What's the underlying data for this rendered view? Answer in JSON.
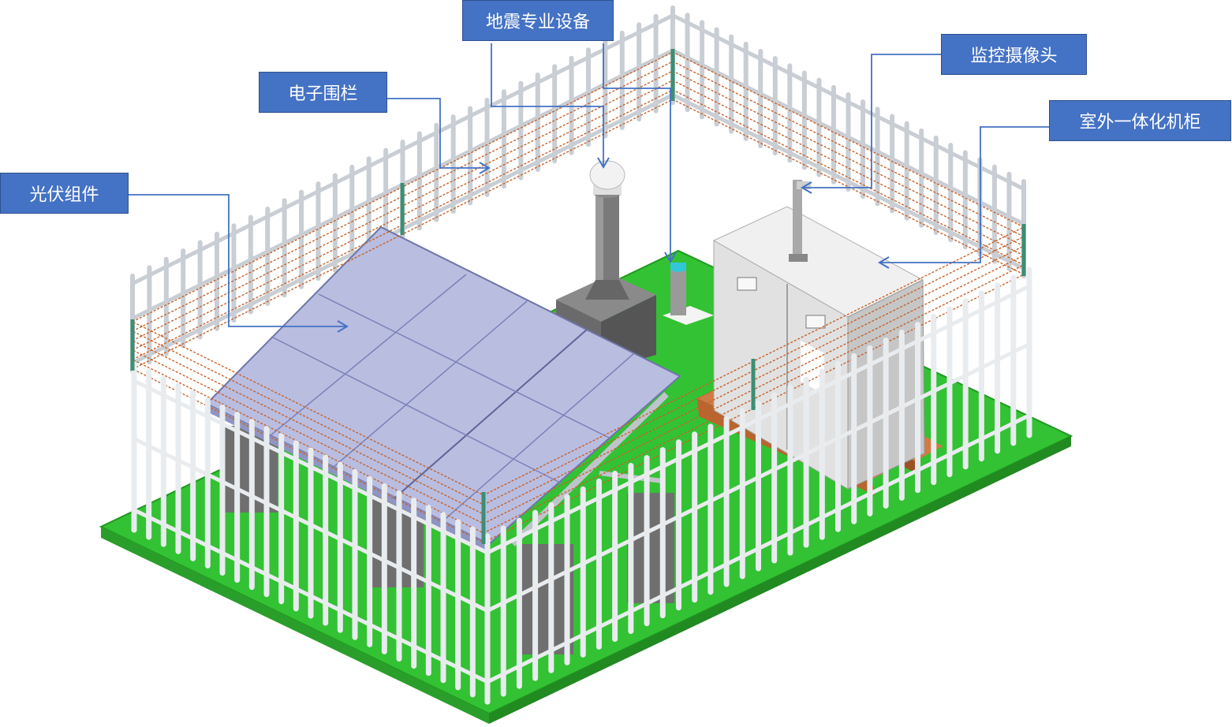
{
  "labels": {
    "seismic_equipment": "地震专业设备",
    "camera": "监控摄像头",
    "electronic_fence": "电子围栏",
    "outdoor_cabinet": "室外一体化机柜",
    "pv_modules": "光伏组件"
  },
  "colors": {
    "label_bg": "#4472c4",
    "label_border": "#2f528f",
    "label_text": "#ffffff",
    "callout_line": "#4472c4",
    "grass": "#33c233",
    "grass_edge": "#1f9a1f",
    "fence": "#e9ecef",
    "fence_shade": "#9aa0a6",
    "wire": "#c8622a",
    "panel": "#b9bde0",
    "panel_edge": "#6e75a8",
    "brick": "#b9652f",
    "cabinet": "#dcdcdc",
    "pillar": "#7a7a7a"
  }
}
